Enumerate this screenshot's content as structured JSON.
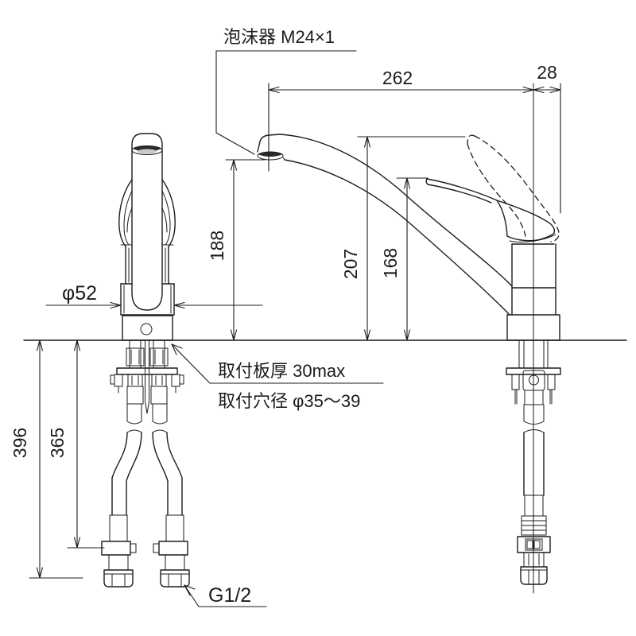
{
  "labels": {
    "aerator": "泡沫器 M24×1",
    "mount_thickness": "取付板厚 30max",
    "mount_hole": "取付穴径 φ35～39",
    "thread": "G1/2"
  },
  "dimensions": {
    "spout_reach": "262",
    "rear_offset": "28",
    "spout_height": "188",
    "total_height": "207",
    "handle_height": "168",
    "body_diameter": "φ52",
    "hose_length_total": "396",
    "hose_length_to_nut": "365"
  },
  "colors": {
    "line": "#1c1c1c",
    "background": "#ffffff",
    "aerator_dark": "#2a2a2a"
  }
}
